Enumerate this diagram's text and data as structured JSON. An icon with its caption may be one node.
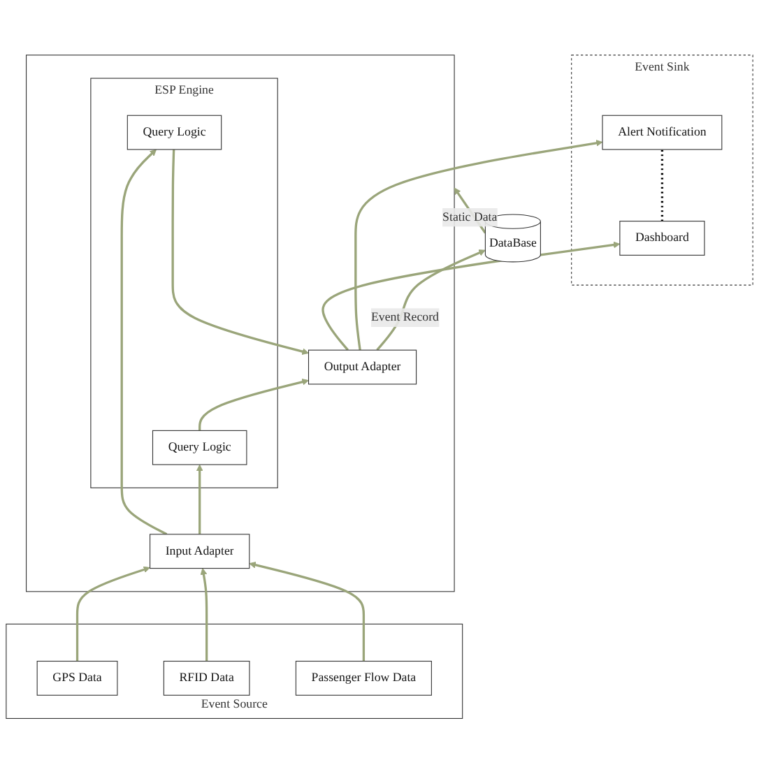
{
  "diagram": {
    "nodes": [
      {
        "text": [
          "Event Sink"
        ]
      },
      {
        "text": [
          "Dashboard"
        ],
        "in": 0
      },
      {
        "text": [
          "Alert Notification"
        ],
        "in": 0
      },
      {
        "text": [],
        "shape": "box"
      },
      {
        "text": [
          "Output Adapter"
        ],
        "in": 3
      },
      {
        "text": [
          "ESP Engine"
        ],
        "in": 3
      },
      {
        "text": [
          "Query Logic"
        ],
        "in": 5
      },
      {
        "text": [
          "Query Logic"
        ],
        "in": 5
      },
      {
        "text": [
          "Input Adapter"
        ],
        "in": 3
      },
      {
        "text": [
          "DataBase"
        ]
      },
      {
        "text": [
          "Event Source"
        ]
      },
      {
        "text": [
          "GPS Data"
        ],
        "in": 10
      },
      {
        "text": [
          "RFID Data"
        ],
        "in": 10
      },
      {
        "text": [
          "Passenger Flow Data"
        ],
        "in": 10
      }
    ],
    "edges": [
      {
        "from": 1,
        "to": 2,
        "arrow": "none",
        "style": "dashed",
        "color": "#000000"
      },
      {
        "from": 4,
        "to": 1,
        "arrow": "to"
      },
      {
        "from": 4,
        "to": 2,
        "arrow": "to"
      },
      {
        "from": 6,
        "to": 4,
        "arrow": "to"
      },
      {
        "from": 7,
        "to": 4,
        "arrow": "to"
      },
      {
        "from": 8,
        "to": 6,
        "arrow": "to"
      },
      {
        "from": 8,
        "to": 7,
        "arrow": "to"
      },
      {
        "from": 11,
        "to": 8,
        "arrow": "to"
      },
      {
        "from": 12,
        "to": 8,
        "arrow": "to"
      },
      {
        "from": 13,
        "to": 8,
        "arrow": "to"
      },
      {
        "from": 4,
        "to": 9,
        "arrow": "to",
        "label": "Event Record"
      },
      {
        "from": 9,
        "to": 3,
        "arrow": "to",
        "label": "Static Data"
      }
    ]
  }
}
